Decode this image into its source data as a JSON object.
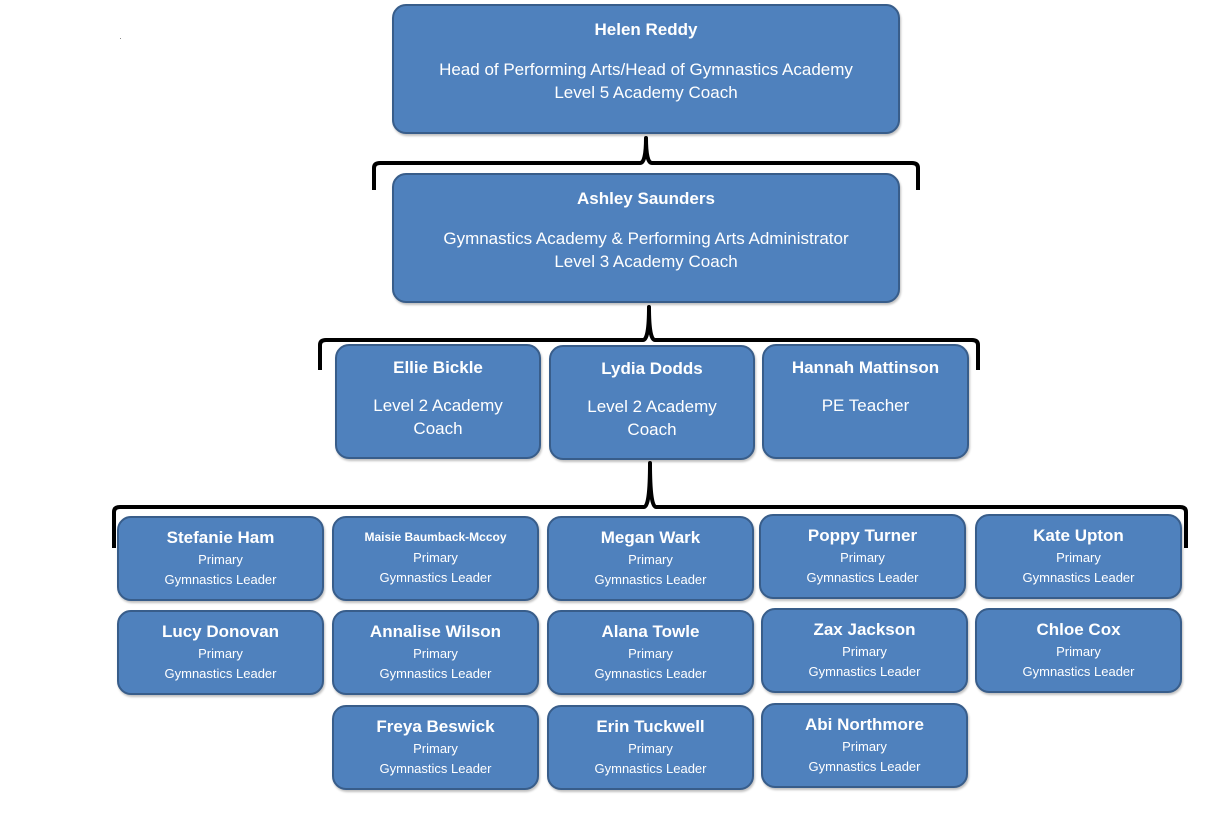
{
  "top": {
    "name": "Helen Reddy",
    "line1": "Head of Performing Arts/Head of Gymnastics Academy",
    "line2": "Level 5 Academy Coach"
  },
  "second": {
    "name": "Ashley Saunders",
    "line1": "Gymnastics Academy & Performing Arts Administrator",
    "line2": "Level 3 Academy Coach"
  },
  "third": [
    {
      "name": "Ellie Bickle",
      "line1": "Level 2 Academy",
      "line2": "Coach"
    },
    {
      "name": "Lydia Dodds",
      "line1": "Level 2 Academy",
      "line2": "Coach"
    },
    {
      "name": "Hannah Mattinson",
      "line1": "PE Teacher",
      "line2": ""
    }
  ],
  "leader_role": {
    "line1": "Primary",
    "line2": "Gymnastics Leader"
  },
  "leaders": [
    "Stefanie Ham",
    "Maisie Baumback-Mccoy",
    "Megan Wark",
    "Poppy Turner",
    "Kate Upton",
    "Lucy Donovan",
    "Annalise Wilson",
    "Alana Towle",
    "Zax Jackson",
    "Chloe Cox",
    "Freya Beswick",
    "Erin Tuckwell",
    "Abi Northmore"
  ],
  "colors": {
    "box_fill": "#4f81bd",
    "box_border": "#385d8a",
    "connector": "#000000"
  }
}
